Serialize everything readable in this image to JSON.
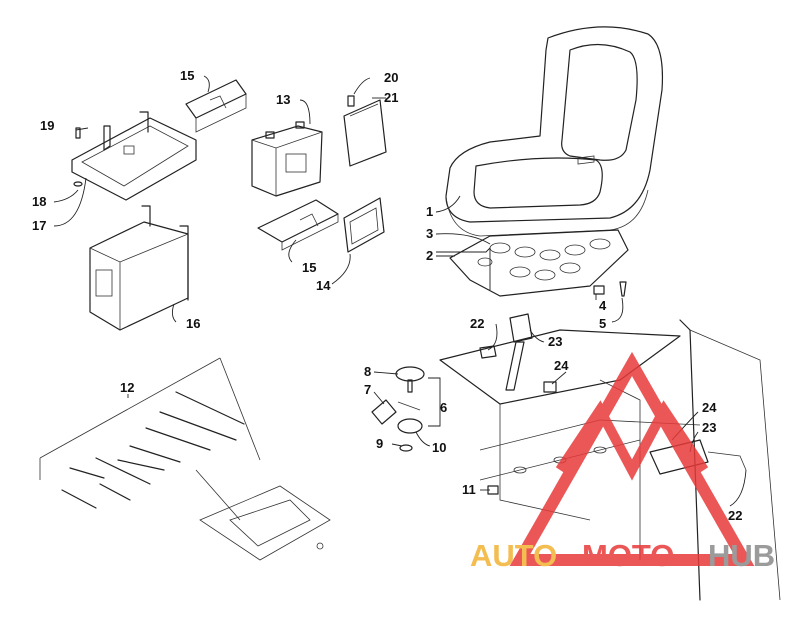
{
  "callouts": [
    {
      "id": "c1",
      "text": "1"
    },
    {
      "id": "c2",
      "text": "2"
    },
    {
      "id": "c3",
      "text": "3"
    },
    {
      "id": "c4",
      "text": "4"
    },
    {
      "id": "c5",
      "text": "5"
    },
    {
      "id": "c6",
      "text": "6"
    },
    {
      "id": "c7",
      "text": "7"
    },
    {
      "id": "c8",
      "text": "8"
    },
    {
      "id": "c9",
      "text": "9"
    },
    {
      "id": "c10",
      "text": "10"
    },
    {
      "id": "c11",
      "text": "11"
    },
    {
      "id": "c12",
      "text": "12"
    },
    {
      "id": "c13",
      "text": "13"
    },
    {
      "id": "c14",
      "text": "14"
    },
    {
      "id": "c15a",
      "text": "15"
    },
    {
      "id": "c15b",
      "text": "15"
    },
    {
      "id": "c16",
      "text": "16"
    },
    {
      "id": "c17",
      "text": "17"
    },
    {
      "id": "c18",
      "text": "18"
    },
    {
      "id": "c19",
      "text": "19"
    },
    {
      "id": "c20",
      "text": "20"
    },
    {
      "id": "c21",
      "text": "21"
    },
    {
      "id": "c22a",
      "text": "22"
    },
    {
      "id": "c22b",
      "text": "22"
    },
    {
      "id": "c23a",
      "text": "23"
    },
    {
      "id": "c23b",
      "text": "23"
    },
    {
      "id": "c24a",
      "text": "24"
    },
    {
      "id": "c24b",
      "text": "24"
    }
  ],
  "watermark": {
    "word1": "AUTO",
    "word2": "MOTO",
    "word3": "HUB",
    "color_orange": "#f2b233",
    "color_red": "#e83a3a",
    "color_gray": "#8a8a8a"
  }
}
